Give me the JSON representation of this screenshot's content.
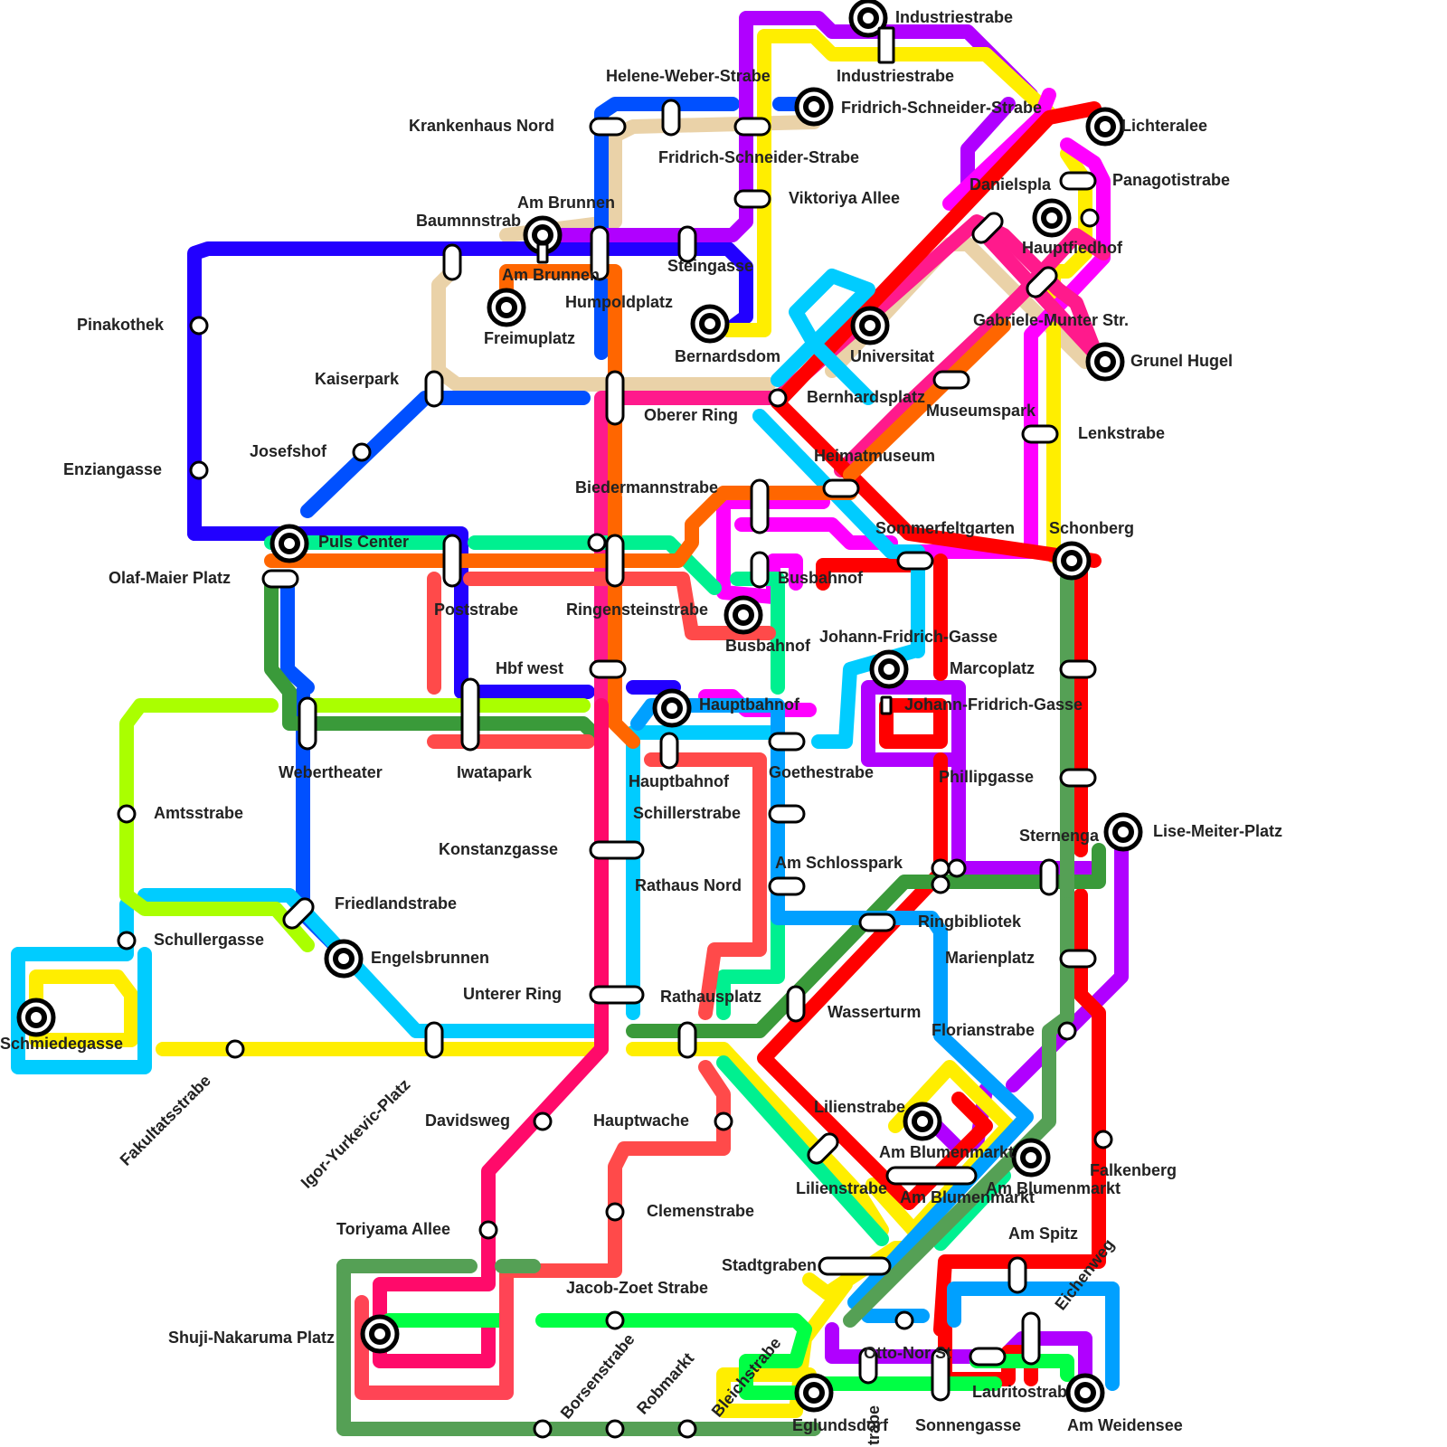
{
  "colors": {
    "violet": "#b000ff",
    "yellow": "#ffee00",
    "magenta": "#ff00ff",
    "pinkred": "#ff1a8c",
    "red": "#ff0000",
    "tan": "#ead2a8",
    "royal": "#0050ff",
    "indigo": "#2200ff",
    "cyan": "#00ccff",
    "lime": "#aaff00",
    "dkgreen": "#3a9a3a",
    "mint": "#00f090",
    "orange": "#ff6600",
    "coral": "#ff4a4a",
    "sky": "#00a0ff",
    "crimson": "#ff0a6a",
    "green": "#00ff44",
    "sage": "#55a055",
    "salmon": "#ff4455"
  },
  "stations": [
    {
      "name": "Industriestrabe"
    },
    {
      "name": "Industriestrabe"
    },
    {
      "name": "Helene-Weber-Strabe"
    },
    {
      "name": "Fridrich-Schneider-Strabe"
    },
    {
      "name": "Krankenhaus Nord"
    },
    {
      "name": "Lichteralee"
    },
    {
      "name": "Fridrich-Schneider-Strabe"
    },
    {
      "name": "Panagotistrabe"
    },
    {
      "name": "Viktoriya Allee"
    },
    {
      "name": "Danielspla"
    },
    {
      "name": "Am Brunnen"
    },
    {
      "name": "Baumnnstrab"
    },
    {
      "name": "Hauptfiedhof"
    },
    {
      "name": "Am Brunnen"
    },
    {
      "name": "Steingasse"
    },
    {
      "name": "Humpoldplatz"
    },
    {
      "name": "Pinakothek"
    },
    {
      "name": "Gabriele-Munter Str."
    },
    {
      "name": "Freimuplatz"
    },
    {
      "name": "Bernardsdom"
    },
    {
      "name": "Universitat"
    },
    {
      "name": "Grunel Hugel"
    },
    {
      "name": "Kaiserpark"
    },
    {
      "name": "Bernhardsplatz"
    },
    {
      "name": "Museumspark"
    },
    {
      "name": "Oberer Ring"
    },
    {
      "name": "Lenkstrabe"
    },
    {
      "name": "Josefshof"
    },
    {
      "name": "Heimatmuseum"
    },
    {
      "name": "Enziangasse"
    },
    {
      "name": "Biedermannstrabe"
    },
    {
      "name": "Sommerfeltgarten"
    },
    {
      "name": "Schonberg"
    },
    {
      "name": "Puls Center"
    },
    {
      "name": "Olaf-Maier Platz"
    },
    {
      "name": "Busbahnof"
    },
    {
      "name": "Poststrabe"
    },
    {
      "name": "Ringensteinstrabe"
    },
    {
      "name": "Johann-Fridrich-Gasse"
    },
    {
      "name": "Busbahnof"
    },
    {
      "name": "Hbf west"
    },
    {
      "name": "Marcoplatz"
    },
    {
      "name": "Hauptbahnof"
    },
    {
      "name": "Johann-Fridrich-Gasse"
    },
    {
      "name": "Webertheater"
    },
    {
      "name": "Iwatapark"
    },
    {
      "name": "Goethestrabe"
    },
    {
      "name": "Hauptbahnof"
    },
    {
      "name": "Phillipgasse"
    },
    {
      "name": "Amtsstrabe"
    },
    {
      "name": "Schillerstrabe"
    },
    {
      "name": "Lise-Meiter-Platz"
    },
    {
      "name": "Sternenga"
    },
    {
      "name": "Konstanzgasse"
    },
    {
      "name": "Am Schlosspark"
    },
    {
      "name": "Rathaus Nord"
    },
    {
      "name": "Friedlandstrabe"
    },
    {
      "name": "Ringbibliotek"
    },
    {
      "name": "Schullergasse"
    },
    {
      "name": "Engelsbrunnen"
    },
    {
      "name": "Marienplatz"
    },
    {
      "name": "Unterer Ring"
    },
    {
      "name": "Rathausplatz"
    },
    {
      "name": "Wasserturm"
    },
    {
      "name": "Schmiedegasse"
    },
    {
      "name": "Florianstrabe"
    },
    {
      "name": "Fakultatsstrabe"
    },
    {
      "name": "Igor-Yurkevic-Platz"
    },
    {
      "name": "Davidsweg"
    },
    {
      "name": "Hauptwache"
    },
    {
      "name": "Lilienstrabe"
    },
    {
      "name": "Am Blumenmarkt"
    },
    {
      "name": "Falkenberg"
    },
    {
      "name": "Lilienstrabe"
    },
    {
      "name": "Am Blumenmarkt"
    },
    {
      "name": "Am Blumenmarkt"
    },
    {
      "name": "Clemenstrabe"
    },
    {
      "name": "Toriyama Allee"
    },
    {
      "name": "Am Spitz"
    },
    {
      "name": "Eichenweg"
    },
    {
      "name": "Stadtgraben"
    },
    {
      "name": "Jacob-Zoet Strabe"
    },
    {
      "name": "Shuji-Nakaruma Platz"
    },
    {
      "name": "Borsenstrabe"
    },
    {
      "name": "Robmarkt"
    },
    {
      "name": "Bleichstrabe"
    },
    {
      "name": "Otto-Nor St"
    },
    {
      "name": "Lauritostrab"
    },
    {
      "name": "Eglundsdorf"
    },
    {
      "name": "Sonnengasse"
    },
    {
      "name": "Am Weidensee"
    },
    {
      "name": "trabe"
    }
  ]
}
